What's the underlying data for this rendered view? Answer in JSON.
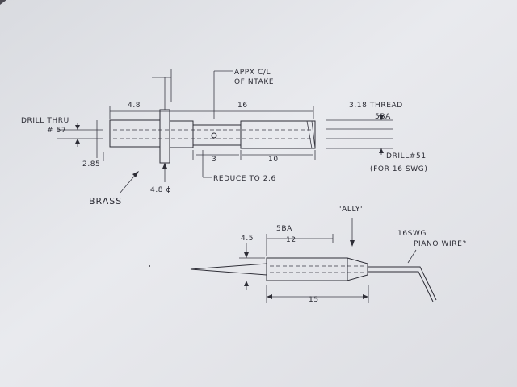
{
  "part1": {
    "drill_thru": "DRILL THRU",
    "drill_number": "# 57",
    "dim_4_8": "4.8",
    "dim_16": "16",
    "approx_cl_line1": "APPX C/L",
    "approx_cl_line2": "OF NTAKE",
    "thread_line1": "3.18 THREAD",
    "thread_line2": "5BA",
    "dim_2_85": "2.85",
    "dim_3": "3",
    "dim_10": "10",
    "drill_51": "DRILL#51",
    "for_16swg": "(FOR 16 SWG)",
    "reduce": "REDUCE TO 2.6",
    "dia_4_8": "4.8 ϕ",
    "material": "BRASS"
  },
  "part2": {
    "ally": "'ALLY'",
    "thread_5ba": "5BA",
    "dim_4_5": "4.5",
    "dim_12": "12",
    "wire_line1": "16SWG",
    "wire_line2": "PIANO WIRE?",
    "dim_15": "15"
  },
  "colors": {
    "paper": "#e6e7eb",
    "ink": "#2d2d36",
    "backdrop": "#4b4a52"
  }
}
